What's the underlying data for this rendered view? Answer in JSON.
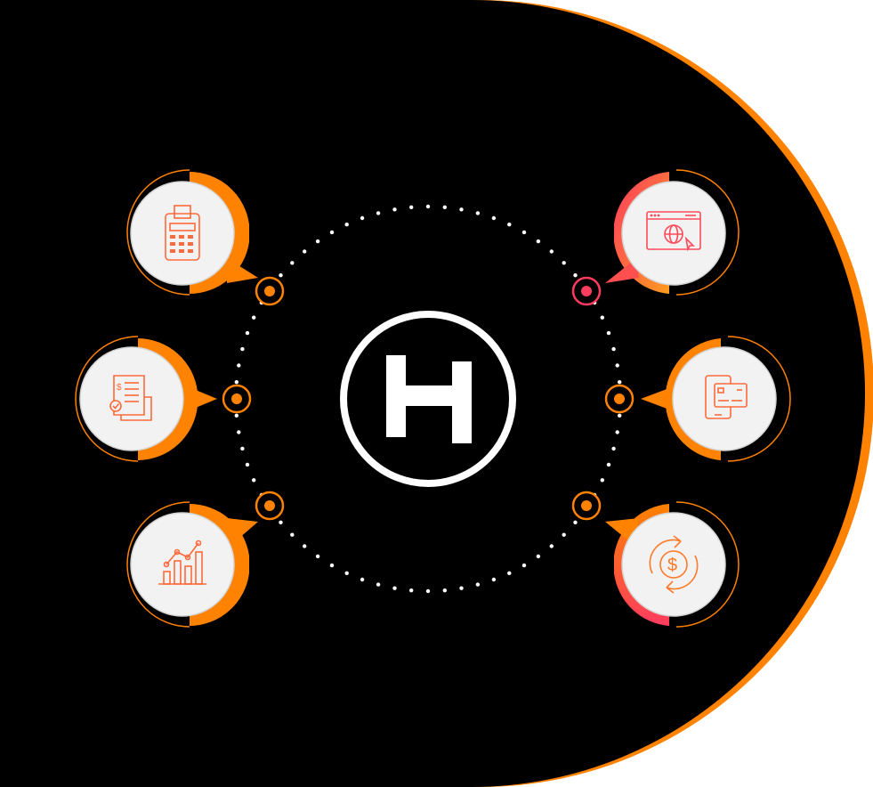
{
  "colors": {
    "background": "#000000",
    "accent_orange": "#ff8200",
    "accent_pink": "#ff3c5f",
    "badge_fill": "#f2f2f2",
    "dots": "#ffffff",
    "logo": "#ffffff"
  },
  "hub": {
    "logo_icon": "h-monogram-logo-icon"
  },
  "nodes": [
    {
      "key": "pos-terminal",
      "icon": "pos-terminal-icon",
      "side": "left",
      "accent": "orange"
    },
    {
      "key": "invoice",
      "icon": "invoice-receipt-icon",
      "side": "left",
      "accent": "orange"
    },
    {
      "key": "analytics",
      "icon": "bar-chart-growth-icon",
      "side": "left",
      "accent": "orange"
    },
    {
      "key": "online-payment",
      "icon": "web-browser-globe-icon",
      "side": "right",
      "accent": "pink"
    },
    {
      "key": "card-payment",
      "icon": "mobile-card-payment-icon",
      "side": "right",
      "accent": "orange"
    },
    {
      "key": "refund",
      "icon": "currency-exchange-icon",
      "side": "right",
      "accent": "orange"
    }
  ]
}
